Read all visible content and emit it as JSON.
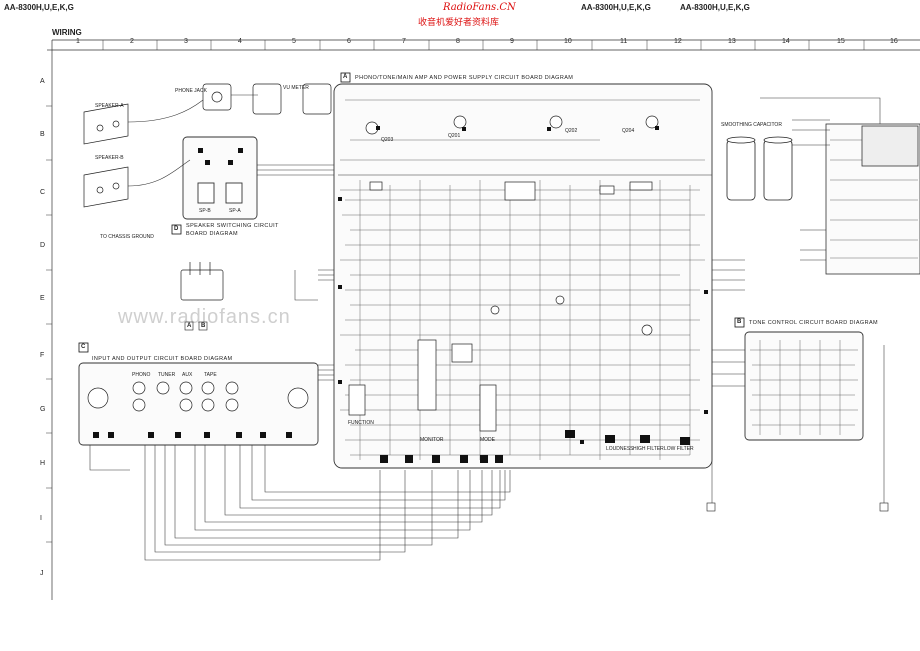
{
  "header": {
    "model_left": "AA-8300H,U,E,K,G",
    "model_right_1": "AA-8300H,U,E,K,G",
    "model_right_2": "AA-8300H,U,E,K,G",
    "watermark_url": "RadioFans.CN",
    "watermark_cn": "收音机爱好者资料库",
    "watermark_mid": "www.radiofans.cn"
  },
  "title": "WIRING",
  "grid": {
    "columns": [
      "1",
      "2",
      "3",
      "4",
      "5",
      "6",
      "7",
      "8",
      "9",
      "10",
      "11",
      "12",
      "13",
      "14",
      "15",
      "16"
    ],
    "rows": [
      "A",
      "B",
      "C",
      "D",
      "E",
      "F",
      "G",
      "H",
      "I",
      "J"
    ]
  },
  "boards": {
    "a": {
      "letter": "A",
      "title": "PHONO/TONE/MAIN AMP AND POWER SUPPLY CIRCUIT BOARD DIAGRAM"
    },
    "b": {
      "letter": "B",
      "title": "TONE CONTROL CIRCUIT BOARD DIAGRAM"
    },
    "c": {
      "letter": "C",
      "title": "INPUT AND OUTPUT CIRCUIT BOARD DIAGRAM"
    },
    "d": {
      "letter": "D",
      "title_1": "SPEAKER SWITCHING CIRCUIT",
      "title_2": "BOARD DIAGRAM"
    }
  },
  "labels": {
    "speaker_a": "SPEAKER-A",
    "speaker_b": "SPEAKER-B",
    "phone_jack": "PHONE JACK",
    "vu_meter": "VU METER",
    "smoothing_capacitor": "SMOOTHING CAPACITOR",
    "sp_b": "SP-B",
    "sp_a": "SP-A",
    "marker_a": "A",
    "marker_b": "B",
    "monitor": "MONITOR",
    "mode": "MODE",
    "function": "FUNCTION",
    "phono": "PHONO",
    "tuner": "TUNER",
    "aux": "AUX",
    "tape": "TAPE",
    "loudness": "LOUDNESS",
    "high_filter": "HIGH FILTER",
    "low_filter": "LOW FILTER",
    "q203": "Q203",
    "q201": "Q201",
    "q202": "Q202",
    "q204": "Q204",
    "ground": "TO CHASSIS GROUND"
  }
}
